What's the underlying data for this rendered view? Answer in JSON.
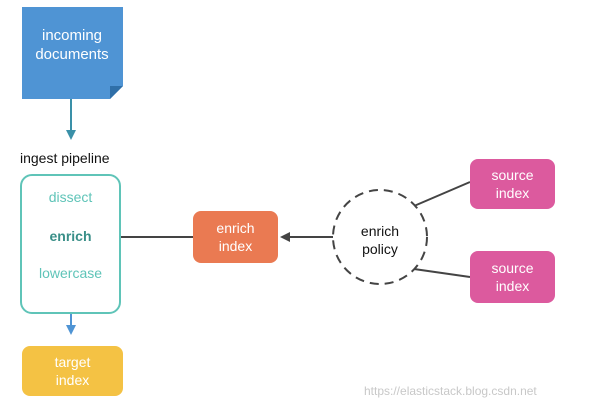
{
  "incoming_documents": {
    "line1": "incoming",
    "line2": "documents"
  },
  "pipeline": {
    "title": "ingest pipeline",
    "steps": [
      "dissect",
      "enrich",
      "lowercase"
    ]
  },
  "enrich_index": {
    "line1": "enrich",
    "line2": "index"
  },
  "target_index": {
    "line1": "target",
    "line2": "index"
  },
  "enrich_policy": {
    "line1": "enrich",
    "line2": "policy"
  },
  "source_indices": [
    {
      "line1": "source",
      "line2": "index"
    },
    {
      "line1": "source",
      "line2": "index"
    }
  ],
  "watermark": "https://elasticstack.blog.csdn.net",
  "colors": {
    "document": "#4f94d4",
    "pipeline_border": "#5fc4b8",
    "enrich_index": "#ea7a52",
    "target_index": "#f4c244",
    "source_index": "#dc5a9e",
    "arrow": "#444444",
    "flow_arrow": "#3a90a8"
  }
}
